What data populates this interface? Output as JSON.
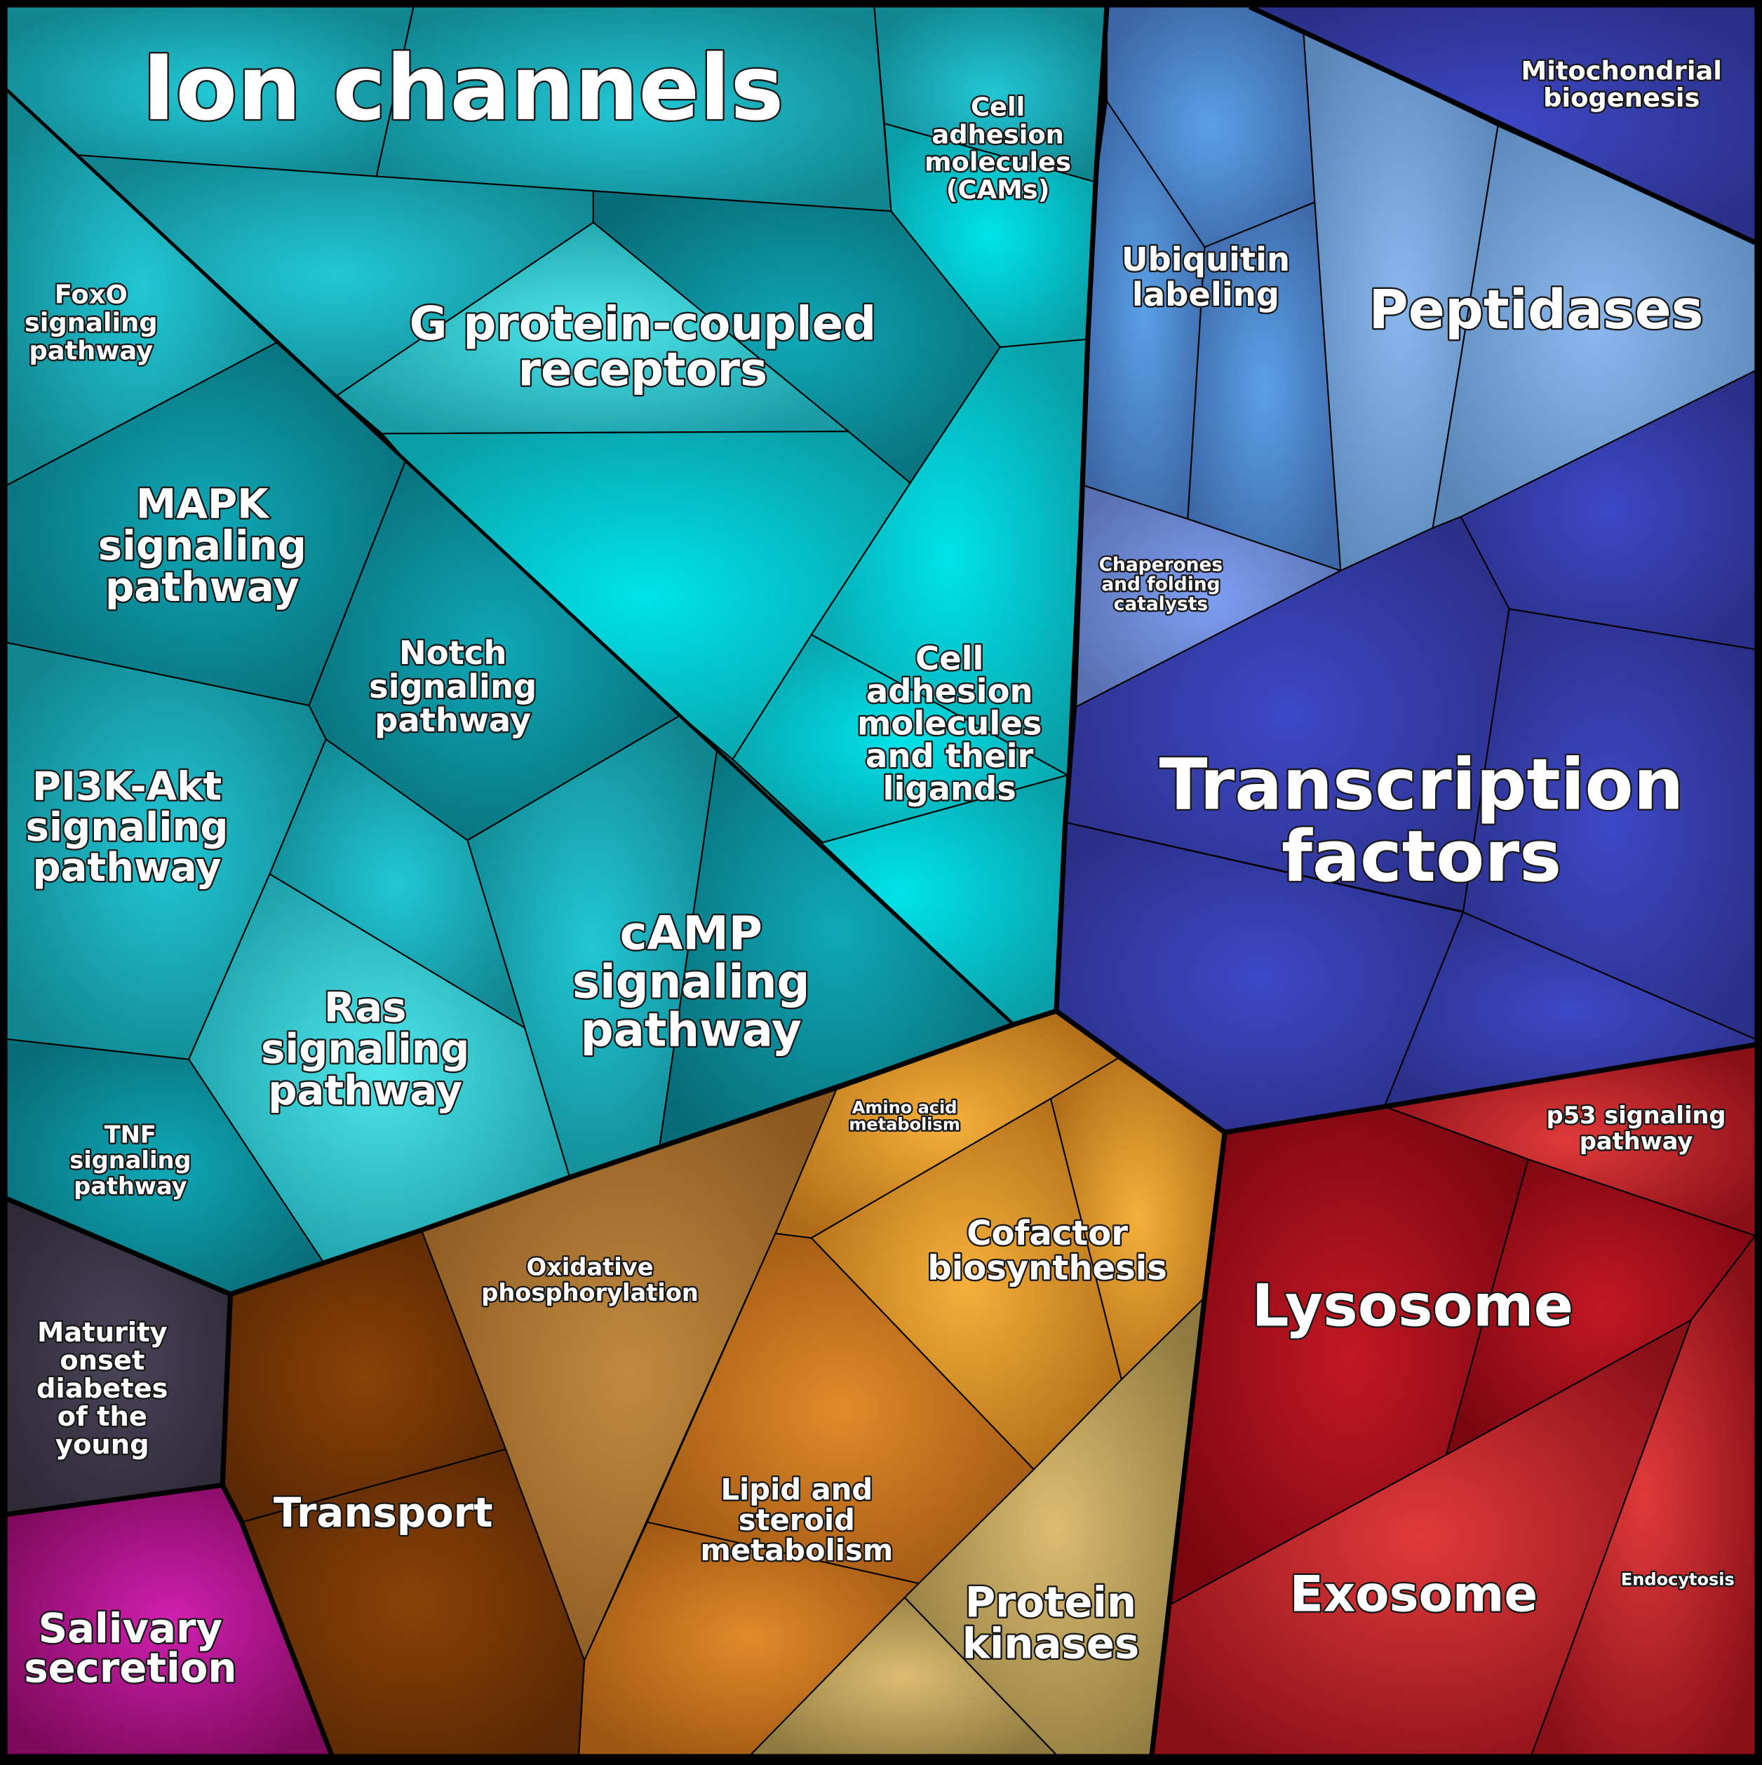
{
  "labels": {
    "ion_channels": "Ion channels",
    "cams": [
      "Cell",
      "adhesion",
      "molecules",
      "(CAMs)"
    ],
    "foxo": [
      "FoxO",
      "signaling",
      "pathway"
    ],
    "gpcr": [
      "G protein-coupled",
      "receptors"
    ],
    "mapk": [
      "MAPK",
      "signaling",
      "pathway"
    ],
    "notch": [
      "Notch",
      "signaling",
      "pathway"
    ],
    "cell_adhesion_ligands": [
      "Cell",
      "adhesion",
      "molecules",
      "and their",
      "ligands"
    ],
    "pi3k": [
      "PI3K-Akt",
      "signaling",
      "pathway"
    ],
    "ras": [
      "Ras",
      "signaling",
      "pathway"
    ],
    "camp": [
      "cAMP",
      "signaling",
      "pathway"
    ],
    "tnf": [
      "TNF",
      "signaling",
      "pathway"
    ],
    "ubiquitin": [
      "Ubiquitin",
      "labeling"
    ],
    "mito": [
      "Mitochondrial",
      "biogenesis"
    ],
    "peptidases": "Peptidases",
    "chaperones": [
      "Chaperones",
      "and folding",
      "catalysts"
    ],
    "transcription": [
      "Transcription",
      "factors"
    ],
    "p53": [
      "p53 signaling",
      "pathway"
    ],
    "lysosome": "Lysosome",
    "exosome": "Exosome",
    "endocytosis": "Endocytosis",
    "amino_acid": [
      "Amino acid",
      "metabolism"
    ],
    "cofactor": [
      "Cofactor",
      "biosynthesis"
    ],
    "oxphos": [
      "Oxidative",
      "phosphorylation"
    ],
    "lipid": [
      "Lipid and",
      "steroid",
      "metabolism"
    ],
    "protein_kinases": [
      "Protein",
      "kinases"
    ],
    "transport": "Transport",
    "mody": [
      "Maturity",
      "onset",
      "diabetes",
      "of the",
      "young"
    ],
    "salivary": [
      "Salivary",
      "secretion"
    ]
  },
  "colors": {
    "teal": "#1597a3",
    "blue": "#3a4aa6",
    "red": "#8a0e18",
    "orange": "#b87020",
    "brown": "#6a3005",
    "purple": "#981070",
    "slate": "#3b3545"
  }
}
